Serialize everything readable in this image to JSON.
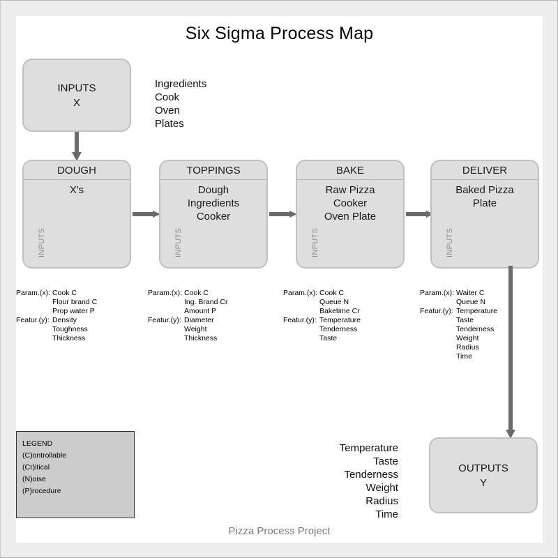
{
  "title": "Six Sigma Process Map",
  "footer": "Pizza Process Project",
  "inputs_node": {
    "line1": "INPUTS",
    "line2": "X"
  },
  "outputs_node": {
    "line1": "OUTPUTS",
    "line2": "Y"
  },
  "inputs_list": "Ingredients\nCook\nOven\nPlates",
  "outputs_list": "Temperature\nTaste\nTenderness\nWeight\nRadius\nTime",
  "side_label": "INPUTS",
  "steps": [
    {
      "title": "DOUGH",
      "body": "X's",
      "side": "INPUTS"
    },
    {
      "title": "TOPPINGS",
      "body": "Dough\nIngredients\nCooker",
      "side": "INPUTS"
    },
    {
      "title": "BAKE",
      "body": "Raw Pizza\nCooker\nOven Plate",
      "side": "INPUTS"
    },
    {
      "title": "DELIVER",
      "body": "Baked Pizza\nPlate",
      "side": "INPUTS"
    }
  ],
  "param_label": "Param.(x):",
  "featur_label": "Featur.(y):",
  "param_blocks": [
    {
      "params": "Cook C\nFlour brand C\nProp water P",
      "features": "Density\nToughness\nThickness"
    },
    {
      "params": "Cook C\nIng. Brand Cr\nAmount P",
      "features": "Diameter\nWeight\nThickness"
    },
    {
      "params": "Cook C\nQueue N\nBaketime Cr",
      "features": "Temperature\nTenderness\nTaste"
    },
    {
      "params": "Waiter C\nQueue N",
      "features": "Temperature\nTaste\nTenderness\nWeight\nRadius\nTime"
    }
  ],
  "legend": {
    "heading": "LEGEND",
    "items": [
      "(C)ontrollable",
      "(Cr)itical",
      "(N)oise",
      "(P)rocedure"
    ]
  },
  "colors": {
    "node_fill": "#dedede",
    "node_border": "#c0c0c0",
    "arrow": "#6b6b6b",
    "legend_fill": "#cccccc",
    "legend_border": "#333333",
    "frame": "#ededed",
    "canvas": "#ffffff",
    "footer_text": "#7b7b7b"
  }
}
